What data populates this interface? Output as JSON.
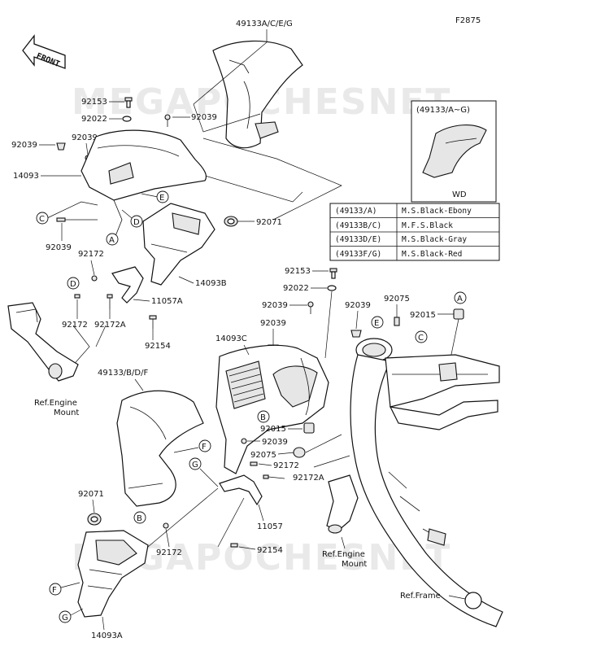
{
  "figure_code": "F2875",
  "direction_label": "FRONT",
  "watermark": "MEGAPOCHESNET",
  "inset": {
    "title": "(49133/A~G)",
    "caption": "WD"
  },
  "variant_table": [
    {
      "code": "(49133/A)",
      "desc": "M.S.Black-Ebony"
    },
    {
      "code": "(49133B/C)",
      "desc": "M.F.S.Black"
    },
    {
      "code": "(49133D/E)",
      "desc": "M.S.Black-Gray"
    },
    {
      "code": "(49133F/G)",
      "desc": "M.S.Black-Red"
    }
  ],
  "parts": {
    "p49133aceg": "49133A/C/E/G",
    "p92153a": "92153",
    "p92022a": "92022",
    "p92039a": "92039",
    "p92039b": "92039",
    "p92039c": "92039",
    "p14093": "14093",
    "p92039d": "92039",
    "p92071a": "92071",
    "p92172a": "92172",
    "p14093b": "14093B",
    "p11057a": "11057A",
    "p92172b": "92172",
    "p92172a_b": "92172A",
    "p92154a": "92154",
    "ref_engine_a": "Ref.Engine",
    "ref_engine_a2": "Mount",
    "p49133bdf": "49133/B/D/F",
    "p92153b": "92153",
    "p92022b": "92022",
    "p92039e": "92039",
    "p92039f": "92039",
    "p92075a": "92075",
    "p92015a": "92015",
    "p14093c": "14093C",
    "p92039g": "92039",
    "p92015b": "92015",
    "p92039h": "92039",
    "p92075b": "92075",
    "p92172c": "92172",
    "p92172a_c": "92172A",
    "p11057": "11057",
    "p92071b": "92071",
    "p92172d": "92172",
    "p92154b": "92154",
    "ref_engine_b": "Ref.Engine",
    "ref_engine_b2": "Mount",
    "ref_frame": "Ref.Frame",
    "p14093a": "14093A"
  },
  "callouts": {
    "A": "A",
    "B": "B",
    "C": "C",
    "D": "D",
    "E": "E",
    "F": "F",
    "G": "G"
  }
}
